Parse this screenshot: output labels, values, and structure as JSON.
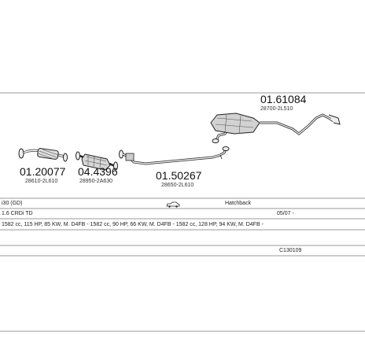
{
  "parts": [
    {
      "part_no": "01.61084",
      "oem_no": "28700-2L510"
    },
    {
      "part_no": "01.20077",
      "oem_no": "28610-2L610"
    },
    {
      "part_no": "04.4396",
      "oem_no": "28950-2A630"
    },
    {
      "part_no": "01.50267",
      "oem_no": "28650-2L610"
    }
  ],
  "info": {
    "model": "i30 (GD)",
    "body_type": "Hatchback",
    "engine": "1.6 CRDi TD",
    "date_from": "05/07 -",
    "specs": "1582 cc, 115 HP, 85 KW, M. D4FB - 1582 cc, 90 HP, 66 KW, M. D4FB - 1582 cc, 128 HP, 94 KW, M. D4FB -",
    "catalog_code": "C130109"
  },
  "icons": {
    "car": "car-icon"
  }
}
